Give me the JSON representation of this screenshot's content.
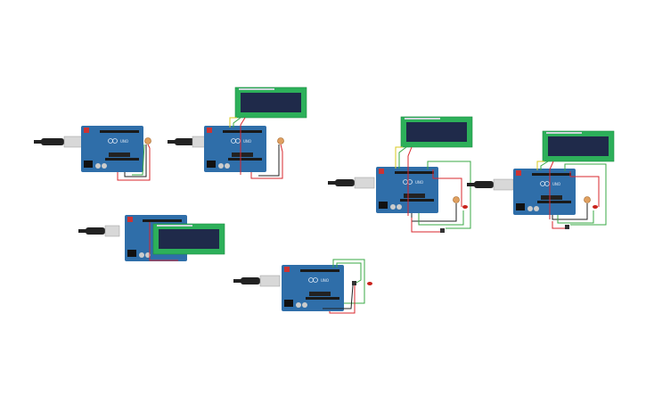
{
  "app": {
    "background": "#ffffff"
  },
  "board": {
    "model_label": "UNO",
    "color": "#2f6ea9",
    "pcb_dark": "#1f4f82"
  },
  "lcd": {
    "frame_color": "#2db05a",
    "screen_color": "#1f2a4a"
  },
  "wire_colors": {
    "red": "#d9272e",
    "green": "#3aa845",
    "black": "#222222",
    "yellow": "#d8c81f"
  },
  "components": {
    "usb_plug": {
      "icon": "usb-plug-icon"
    },
    "potentiometer": {
      "icon": "potentiometer-icon"
    },
    "led": {
      "icon": "red-led-icon",
      "color": "#c9221c"
    },
    "button": {
      "icon": "pushbutton-icon"
    }
  },
  "circuits": [
    {
      "id": "circuit-1",
      "parts": [
        "arduino-uno",
        "usb-cable",
        "potentiometer"
      ]
    },
    {
      "id": "circuit-2",
      "parts": [
        "arduino-uno",
        "usb-cable",
        "lcd-16x2",
        "potentiometer"
      ]
    },
    {
      "id": "circuit-3",
      "parts": [
        "arduino-uno",
        "usb-cable",
        "lcd-16x2"
      ]
    },
    {
      "id": "circuit-4",
      "parts": [
        "arduino-uno",
        "usb-cable",
        "pushbutton",
        "led"
      ]
    },
    {
      "id": "circuit-5",
      "parts": [
        "arduino-uno",
        "usb-cable",
        "lcd-16x2",
        "potentiometer",
        "led",
        "pushbutton"
      ]
    },
    {
      "id": "circuit-6",
      "parts": [
        "arduino-uno",
        "usb-cable",
        "lcd-16x2",
        "potentiometer",
        "led",
        "pushbutton"
      ]
    }
  ]
}
